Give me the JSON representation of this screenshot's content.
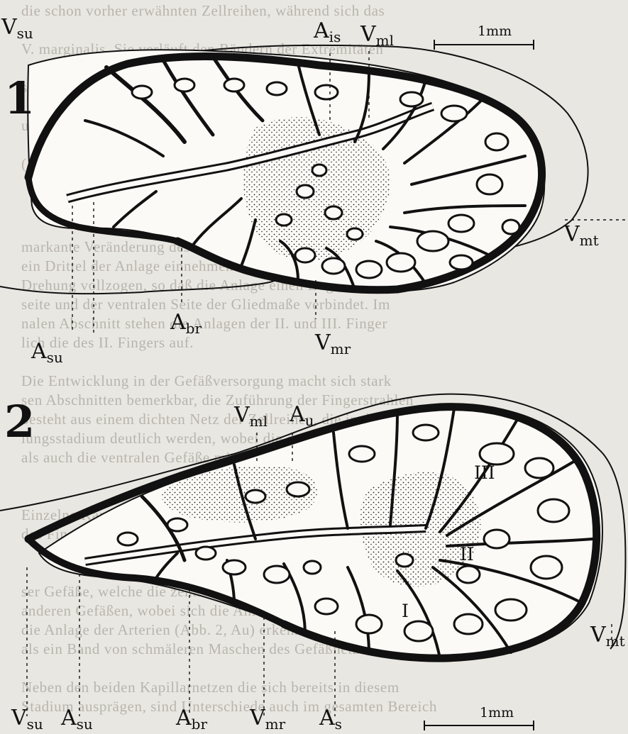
{
  "figure_1": {
    "number": "1",
    "labels": {
      "vsu": "V",
      "vsu_sub": "su",
      "ais": "A",
      "ais_sub": "is",
      "vml": "V",
      "vml_sub": "ml",
      "scale": "1mm",
      "vmt": "V",
      "vmt_sub": "mt",
      "asu": "A",
      "asu_sub": "su",
      "abr": "A",
      "abr_sub": "br",
      "vmr": "V",
      "vmr_sub": "mr"
    }
  },
  "figure_2": {
    "number": "2",
    "labels": {
      "vml": "V",
      "vml_sub": "ml",
      "au": "A",
      "au_sub": "u",
      "region_iii": "III",
      "region_ii": "II",
      "region_i": "I",
      "vmt": "V",
      "vmt_sub": "mt",
      "vsu": "V",
      "vsu_sub": "su",
      "asu": "A",
      "asu_sub": "su",
      "abr": "A",
      "abr_sub": "br",
      "vmr": "V",
      "vmr_sub": "mr",
      "as": "A",
      "as_sub": "s",
      "scale": "1mm"
    }
  }
}
